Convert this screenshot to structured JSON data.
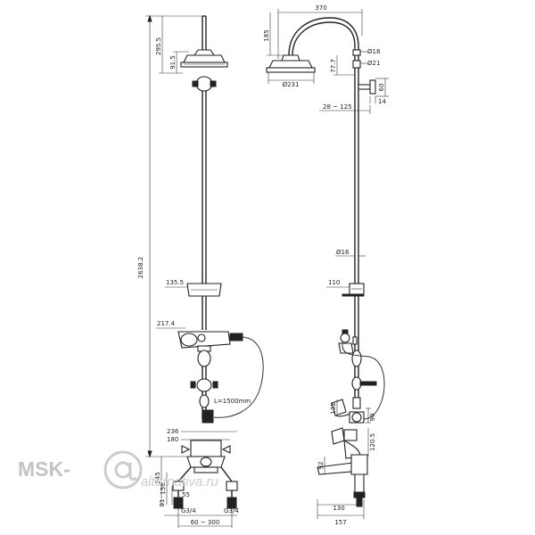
{
  "front_view": {
    "dim_overall_height": "2638.2",
    "dim_head_drop": "295.5",
    "dim_head_height": "91.5",
    "dim_holder_height": "135.5",
    "dim_diverter_height": "217.4",
    "dim_hose_length": "L=1500mm",
    "dim_mixer_width": "236",
    "dim_spout_width": "180",
    "dim_mixer_height": "245",
    "dim_inlet_height": "156",
    "dim_inlet_gap": "55",
    "dim_inlet_base": "81",
    "dim_inlet_thread_left": "G3/4",
    "dim_inlet_thread_right": "G3/4",
    "dim_inlet_spacing": "60 ~ 300"
  },
  "side_view": {
    "dim_arm_reach": "370",
    "dim_arm_height": "185",
    "dim_pipe_top_diameter": "Ø18",
    "dim_pipe_diameter": "Ø21",
    "dim_head_offset": "77.7",
    "dim_bracket_height": "60",
    "dim_bracket_depth": "14",
    "dim_head_diameter": "Ø231",
    "dim_bracket_range": "28 ~ 125",
    "dim_riser_diameter": "Ø16",
    "dim_holder_depth": "110",
    "dim_lever_height": "132",
    "dim_diverter_offset": "90",
    "dim_body_height": "120.5",
    "dim_spout_height": "92",
    "dim_spout_projection": "130",
    "dim_overall_depth": "157"
  },
  "watermark": {
    "brand": "MSK-",
    "site": "alternativa.ru"
  },
  "colors": {
    "line": "#222222",
    "watermark": "#c4c4c4"
  }
}
